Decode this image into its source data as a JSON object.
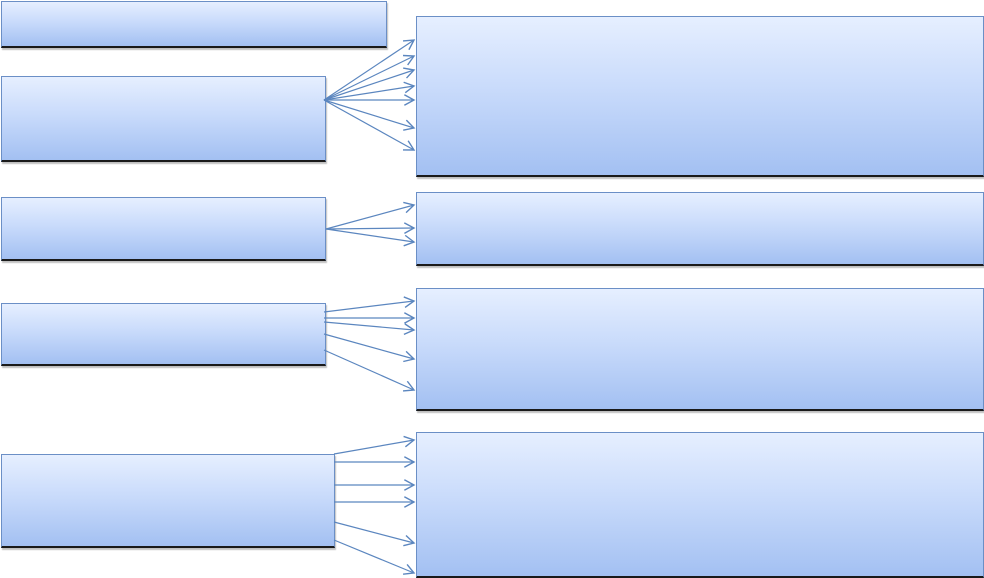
{
  "diagram": {
    "colors": {
      "box_top": "#e6efff",
      "box_bottom": "#a3c0f2",
      "box_border": "#6b8fc6",
      "connector": "#5b86bf"
    },
    "left_boxes": [
      {
        "label": ""
      },
      {
        "label": ""
      },
      {
        "label": ""
      },
      {
        "label": ""
      },
      {
        "label": ""
      }
    ],
    "right_boxes": [
      {
        "label": ""
      },
      {
        "label": ""
      },
      {
        "label": ""
      },
      {
        "label": ""
      }
    ],
    "connections": [
      {
        "from_box": 1,
        "to_box": 0,
        "arrow_count": 7
      },
      {
        "from_box": 2,
        "to_box": 1,
        "arrow_count": 3
      },
      {
        "from_box": 3,
        "to_box": 2,
        "arrow_count": 5
      },
      {
        "from_box": 4,
        "to_box": 3,
        "arrow_count": 6
      }
    ]
  }
}
